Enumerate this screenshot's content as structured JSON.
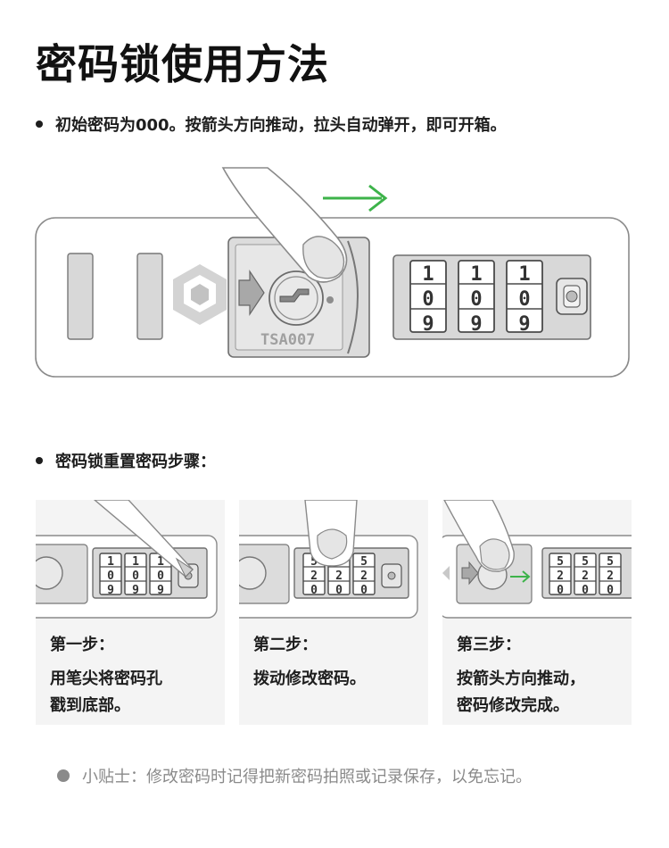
{
  "page": {
    "title": "密码锁使用方法",
    "intro_text": "初始密码为000。按箭头方向推动，拉头自动弹开，即可开箱。",
    "reset_heading": "密码锁重置密码步骤：",
    "tip": "小贴士：修改密码时记得把新密码拍照或记录保存，以免忘记。"
  },
  "hero_lock": {
    "digits": [
      "1",
      "0",
      "9"
    ],
    "tsa_label": "TSA007",
    "arrow_color": "#3db34a"
  },
  "steps": [
    {
      "title": "第一步：",
      "desc": "用笔尖将密码孔\n戳到底部。",
      "digits": [
        "1",
        "0",
        "9"
      ]
    },
    {
      "title": "第二步：",
      "desc": "拨动修改密码。",
      "digits": [
        "5",
        "2",
        "0"
      ]
    },
    {
      "title": "第三步：",
      "desc": "按箭头方向推动，\n密码修改完成。",
      "digits": [
        "5",
        "2",
        "0"
      ]
    }
  ],
  "colors": {
    "accent_green": "#3db34a",
    "panel_gray": "#d8d8d8",
    "tip_gray": "#8a8a8a"
  }
}
